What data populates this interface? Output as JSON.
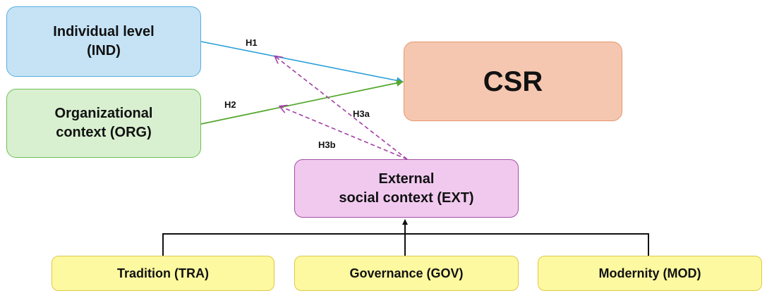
{
  "boxes": {
    "ind": "Individual level\n(IND)",
    "org": "Organizational\ncontext (ORG)",
    "csr": "CSR",
    "ext": "External\nsocial context (EXT)",
    "tra": "Tradition (TRA)",
    "gov": "Governance (GOV)",
    "mod": "Modernity (MOD)"
  },
  "hypotheses": {
    "h1": "H1",
    "h2": "H2",
    "h3a": "H3a",
    "h3b": "H3b"
  },
  "colors": {
    "h1_line": "#2a9fd8",
    "h2_line": "#56a82f",
    "moderation_line": "#a23ea6",
    "tree_line": "#111111"
  }
}
